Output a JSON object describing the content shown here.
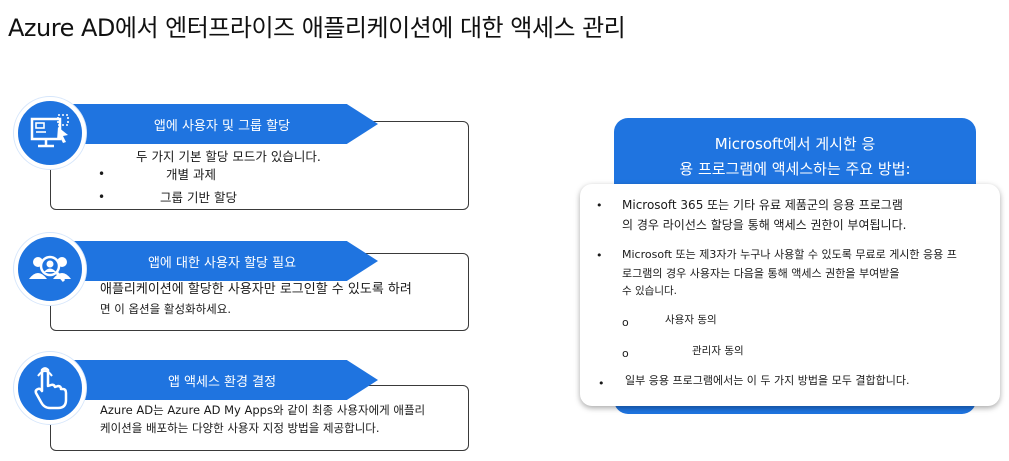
{
  "title": "Azure AD에서 엔터프라이즈 애플리케이션에 대한 액세스 관리",
  "rows": [
    {
      "icon": "monitor-user-icon",
      "heading": "앱에 사용자 및 그룹 할당",
      "intro": "두 가지 기본 할당 모드가 있습니다.",
      "items": [
        "개별 과제",
        "그룹 기반 할당"
      ]
    },
    {
      "icon": "users-search-icon",
      "heading": "앱에 대한 사용자 할당 필요",
      "line1": "애플리케이션에 할당한 사용자만 로그인할 수 있도록 하려",
      "line2": "면 이 옵션을 활성화하세요."
    },
    {
      "icon": "hand-pointer-icon",
      "heading": "앱 액세스 환경 결정",
      "line1": "Azure AD는 Azure AD My Apps와 같이 최종 사용자에게 애플리",
      "line2": "케이션을 배포하는 다양한 사용자 지정 방법을 제공합니다."
    }
  ],
  "panel": {
    "title_line1": "Microsoft에서 게시한 응",
    "title_line2": "용 프로그램에 액세스하는 주요 방법:",
    "b1_line1": "Microsoft 365 또는 기타 유료 제품군의 응용 프로그램",
    "b1_line2": "의 경우 라이선스 할당을 통해 액세스 권한이 부여됩니다.",
    "b2_line1": "Microsoft 또는 제3자가 누구나 사용할 수 있도록 무료로 게시한 응용 프",
    "b2_line2": "로그램의 경우 사용자는 다음을 통해 액세스 권한을 부여받을",
    "b2_line3": "수 있습니다.",
    "sub": [
      "사용자 동의",
      "관리자 동의"
    ],
    "b3": "일부 응용 프로그램에서는 이 두 가지 방법을 모두 결합합니다."
  },
  "colors": {
    "accent": "#1f74e0",
    "border": "#3a3a3a"
  }
}
